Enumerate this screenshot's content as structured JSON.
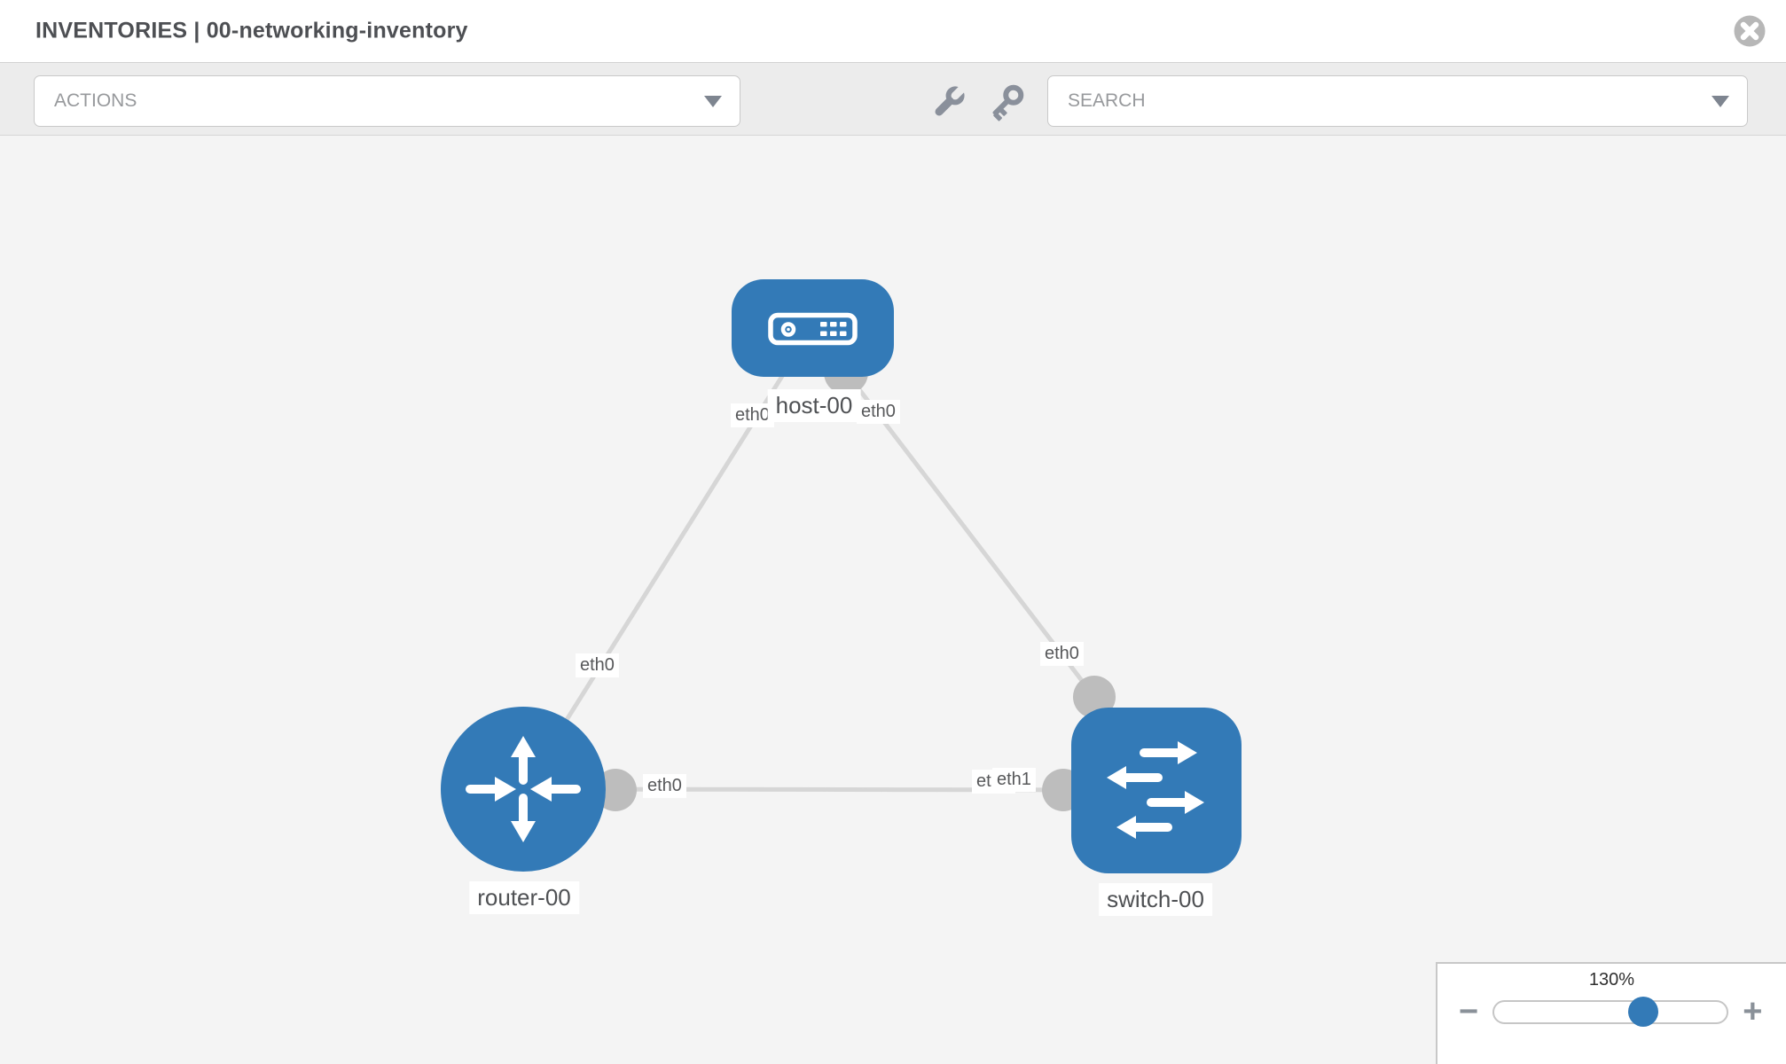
{
  "header": {
    "title": "INVENTORIES | 00-networking-inventory",
    "close_icon": "x-circle-icon"
  },
  "toolbar": {
    "actions": {
      "label": "ACTIONS"
    },
    "tools": [
      {
        "icon": "wrench-icon"
      },
      {
        "icon": "key-icon"
      }
    ],
    "search": {
      "placeholder": "SEARCH"
    }
  },
  "topology": {
    "nodes": [
      {
        "id": "host-00",
        "type": "host",
        "label": "host-00",
        "icon": "server-icon"
      },
      {
        "id": "router-00",
        "type": "router",
        "label": "router-00",
        "icon": "router-arrows-icon"
      },
      {
        "id": "switch-00",
        "type": "switch",
        "label": "switch-00",
        "icon": "switch-arrows-icon"
      }
    ],
    "links": [
      {
        "source": "host-00",
        "source_interface": "eth0",
        "target": "router-00",
        "target_interface": "eth0"
      },
      {
        "source": "host-00",
        "source_interface": "eth0",
        "target": "switch-00",
        "target_interface": "eth0"
      },
      {
        "source": "router-00",
        "source_interface": "eth0",
        "target": "switch-00",
        "target_interface": "eth1"
      }
    ],
    "interface_labels": {
      "host_left": "eth0",
      "host_right": "eth0",
      "router_top": "eth0",
      "router_right": "eth0",
      "switch_top": "eth0",
      "switch_left_back": "eth0",
      "switch_left_front": "eth1"
    }
  },
  "zoom_control": {
    "value": "130%",
    "minus_label": "−",
    "plus_label": "+"
  },
  "colors": {
    "node_blue": "#337ab7",
    "link_gray": "#d6d6d6",
    "interface_gray": "#bdbdbd",
    "toolbar_gray": "#ececec",
    "canvas_gray": "#f4f4f4"
  }
}
